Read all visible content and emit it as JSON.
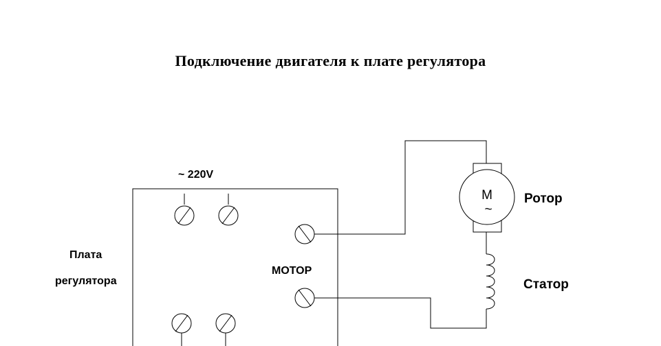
{
  "title": "Подключение двигателя к плате регулятора",
  "labels": {
    "power": "~ 220V",
    "board_line1": "Плата",
    "board_line2": "регулятора",
    "motor": "МОТОР",
    "rotor": "Ротор",
    "stator": "Статор",
    "motor_symbol_letter": "M",
    "motor_symbol_ac": "~"
  }
}
